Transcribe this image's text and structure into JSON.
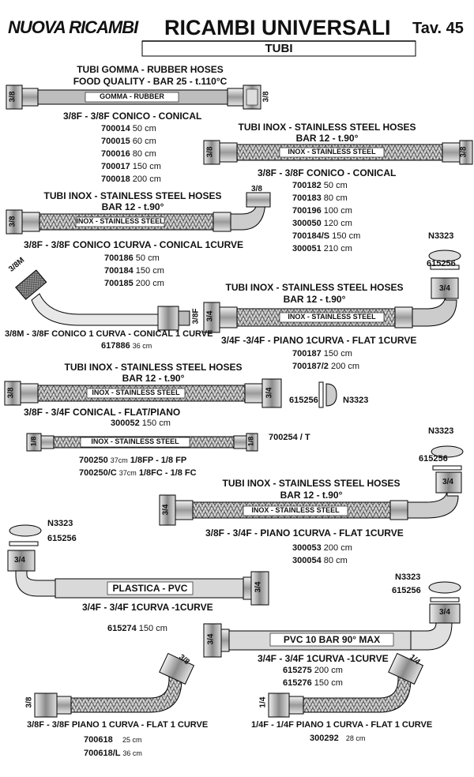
{
  "header": {
    "brand": "NUOVA RICAMBI",
    "title": "RICAMBI UNIVERSALI",
    "table": "Tav. 45",
    "subtitle": "TUBI"
  },
  "rubber": {
    "title1": "TUBI GOMMA - RUBBER HOSES",
    "title2": "FOOD QUALITY - BAR 25 - t.110°C",
    "hose_label": "GOMMA - RUBBER",
    "end_left": "3/8",
    "end_right": "3/8",
    "spec": "3/8F - 3/8F CONICO - CONICAL",
    "items": [
      {
        "code": "700014",
        "len": "50 cm"
      },
      {
        "code": "700015",
        "len": "60 cm"
      },
      {
        "code": "700016",
        "len": "80 cm"
      },
      {
        "code": "700017",
        "len": "150 cm"
      },
      {
        "code": "700018",
        "len": "200 cm"
      }
    ]
  },
  "inox1": {
    "title1": "TUBI INOX - STAINLESS STEEL HOSES",
    "title2": "BAR 12 - t.90°",
    "hose_label": "INOX - STAINLESS STEEL",
    "end_left": "3/8",
    "end_right": "3/8",
    "spec": "3/8F - 3/8F CONICO - CONICAL",
    "items": [
      {
        "code": "700182",
        "len": "50 cm"
      },
      {
        "code": "700183",
        "len": "80 cm"
      },
      {
        "code": "700196",
        "len": "100 cm"
      },
      {
        "code": "300050",
        "len": "120 cm"
      },
      {
        "code": "700184/S",
        "len": "150 cm"
      },
      {
        "code": "300051",
        "len": "210 cm"
      }
    ]
  },
  "inox2": {
    "title1": "TUBI INOX - STAINLESS STEEL HOSES",
    "title2": "BAR 12 - t.90°",
    "hose_label": "INOX - STAINLESS STEEL",
    "end_left": "3/8",
    "end_right": "3/8",
    "spec": "3/8F - 3/8F CONICO 1CURVA - CONICAL 1CURVE",
    "items": [
      {
        "code": "700186",
        "len": "50 cm"
      },
      {
        "code": "700184",
        "len": "150 cm"
      },
      {
        "code": "700185",
        "len": "200 cm"
      }
    ]
  },
  "male": {
    "end_left": "3/8M",
    "end_right": "3/8F",
    "spec": "3/8M - 3/8F CONICO 1 CURVA - CONICAL 1 CURVE",
    "code": "617886",
    "len": "36 cm"
  },
  "inox3": {
    "acc1": "N3323",
    "acc2": "615256",
    "title1": "TUBI INOX - STAINLESS STEEL HOSES",
    "title2": "BAR 12 - t.90°",
    "hose_label": "INOX - STAINLESS STEEL",
    "end_left": "3/4",
    "end_right": "3/4",
    "spec": "3/4F -3/4F - PIANO 1CURVA - FLAT 1CURVE",
    "items": [
      {
        "code": "700187",
        "len": "150 cm"
      },
      {
        "code": "700187/2",
        "len": "200 cm"
      }
    ]
  },
  "inox4": {
    "title1": "TUBI INOX - STAINLESS STEEL HOSES",
    "title2": "BAR 12 - t.90°",
    "hose_label": "INOX - STAINLESS STEEL",
    "end_left": "3/8",
    "end_right": "3/4",
    "acc1": "615256",
    "acc2": "N3323",
    "spec": "3/8F - 3/4F  CONICAL - FLAT/PIANO",
    "items": [
      {
        "code": "300052",
        "len": "150 cm"
      }
    ]
  },
  "inox5": {
    "hose_label": "INOX - STAINLESS STEEL",
    "end_left": "1/8",
    "end_right": "1/8",
    "tag": "700254 / T",
    "items": [
      {
        "code": "700250",
        "len": "37cm",
        "desc": "1/8FP - 1/8 FP"
      },
      {
        "code": "700250/C",
        "len": "37cm",
        "desc": "1/8FC - 1/8 FC"
      }
    ]
  },
  "inox6": {
    "acc1": "N3323",
    "acc2": "615256",
    "title1": "TUBI INOX - STAINLESS STEEL HOSES",
    "title2": "BAR 12 - t.90°",
    "hose_label": "INOX - STAINLESS STEEL",
    "end_left": "3/4",
    "end_right": "3/4",
    "spec": "3/8F - 3/4F - PIANO 1CURVA - FLAT 1CURVE",
    "items": [
      {
        "code": "300053",
        "len": "200 cm"
      },
      {
        "code": "300054",
        "len": "80 cm"
      }
    ]
  },
  "pvc1": {
    "acc1": "N3323",
    "acc2": "615256",
    "hose_label": "PLASTICA - PVC",
    "end_left": "3/4",
    "end_right": "3/4",
    "spec": "3/4F - 3/4F 1CURVA -1CURVE",
    "code": "615274",
    "len": "150 cm"
  },
  "pvc2": {
    "acc1": "N3323",
    "acc2": "615256",
    "hose_label": "PVC 10 BAR 90° MAX",
    "end_left": "3/4",
    "end_right": "3/4",
    "spec": "3/4F - 3/4F 1CURVA -1CURVE",
    "items": [
      {
        "code": "615275",
        "len": "200 cm"
      },
      {
        "code": "615276",
        "len": "150 cm"
      }
    ]
  },
  "flat38": {
    "end_left": "3/8",
    "end_right": "3/8",
    "spec": "3/8F - 3/8F PIANO 1 CURVA - FLAT 1 CURVE",
    "items": [
      {
        "code": "700618",
        "len": "25 cm"
      },
      {
        "code": "700618/L",
        "len": "36 cm"
      }
    ]
  },
  "flat14": {
    "end_left": "1/4",
    "end_right": "1/4",
    "spec": "1/4F - 1/4F PIANO 1 CURVA - FLAT 1 CURVE",
    "code": "300292",
    "len": "28 cm"
  }
}
